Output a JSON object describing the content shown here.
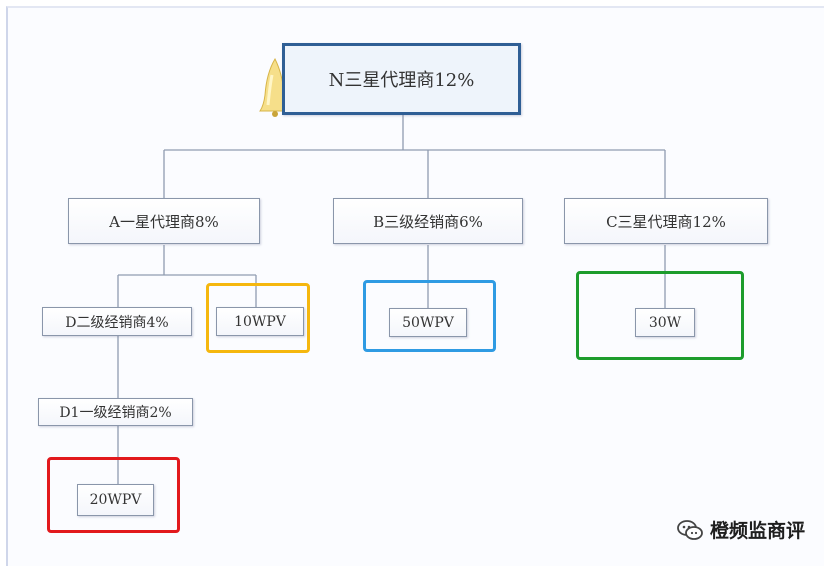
{
  "nodes": {
    "n": "N三星代理商12%",
    "a": "A一星代理商8%",
    "b": "B三级经销商6%",
    "c": "C三星代理商12%",
    "d": "D二级经销商4%",
    "d1": "D1一级经销商2%",
    "pv_a": "10WPV",
    "pv_b": "50WPV",
    "pv_c": "30W",
    "pv_d1": "20WPV"
  },
  "watermark": {
    "text": "橙频监商评",
    "icon": "chat-bubbles-icon"
  },
  "colors": {
    "root_border": "#2f5f95",
    "highlight_yellow": "#f5b70f",
    "highlight_blue": "#2f9be3",
    "highlight_green": "#1d9c2c",
    "highlight_red": "#e2191d",
    "connector": "#8f9bb0"
  }
}
